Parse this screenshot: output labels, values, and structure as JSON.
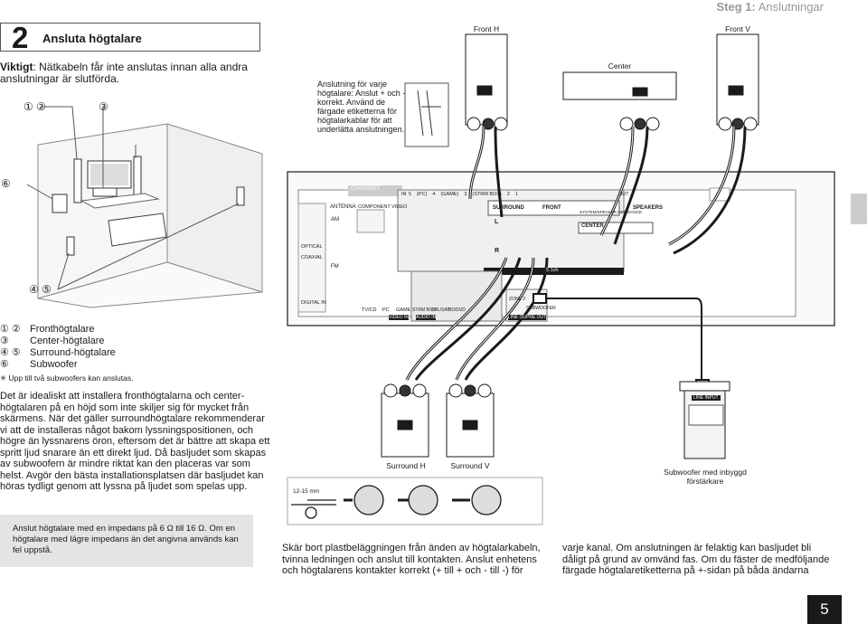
{
  "header": {
    "step_label": "Steg 1:",
    "step_title": "Anslutningar"
  },
  "section": {
    "number": "2",
    "title": "Ansluta högtalare"
  },
  "warning": {
    "bold": "Viktigt",
    "text": ": Nätkabeln får inte anslutas innan alla andra anslutningar är slutförda."
  },
  "room": {
    "label_12": "① ②",
    "label_3": "③",
    "label_6": "⑥",
    "label_45": "④ ⑤"
  },
  "tip": {
    "text": "Anslutning för varje högtalare: Anslut + och - korrekt. Använd de färgade etiketterna för högtalarkablar för att underlätta anslutningen."
  },
  "speakers_top": {
    "front_l": "Front H",
    "front_r": "Front V",
    "center": "Center"
  },
  "speakers_bottom": {
    "surround_l": "Surround H",
    "surround_r": "Surround V",
    "subwoofer": "Subwoofer med inbyggd förstärkare",
    "line_input": "LINE INPUT"
  },
  "cable_strip": {
    "length": "12-15 mm"
  },
  "receiver": {
    "ethernet": "ETHERNET",
    "antenna": "ANTENNA",
    "am": "AM",
    "fm": "FM",
    "component_video": "COMPONENT VIDEO",
    "optical": "OPTICAL",
    "coaxial": "COAXIAL",
    "digital_in": "DIGITAL IN",
    "surround": "SURROUND",
    "front": "FRONT",
    "center": "CENTER",
    "speakers": "SPEAKERS",
    "speaker_impedance": "SYSTEM/SPEAKER IMPEDANCE",
    "five_one": "5.1ch",
    "tv_cd": "TV/CD",
    "pc": "PC",
    "game": "GAME",
    "strm_box": "STRM BOX",
    "cbl_sat": "CBL/SAT",
    "bd_dvd": "BD/DVD",
    "zone2": "ZONE 2",
    "subwoofer": "SUBWOOFER",
    "line_out": "LINE OUT",
    "pre_out": "PRE OUT",
    "audio_in": "AUDIO IN",
    "video_in": "VIDEO IN",
    "hdmi_in": "IN",
    "hdmi_out": "OUT",
    "hdmi_labels": [
      "5",
      "(PC)",
      "4",
      "(GAME)",
      "3",
      "(STRM BOX)",
      "2",
      "1"
    ],
    "l": "L",
    "r": "R"
  },
  "legend": {
    "items": [
      {
        "num": "① ②",
        "label": "Fronthögtalare"
      },
      {
        "num": "③",
        "label": "Center-högtalare"
      },
      {
        "num": "④ ⑤",
        "label": "Surround-högtalare"
      },
      {
        "num": "⑥",
        "label": "Subwoofer"
      }
    ],
    "footnote": "✳ Upp till två subwoofers kan anslutas."
  },
  "body_text": "Det är idealiskt att installera fronthögtalarna och center-högtalaren på en höjd som inte skiljer sig för mycket från skärmens. När det gäller surroundhögtalare rekommenderar vi att de installeras något bakom lyssningspositionen, och högre än lyssnarens öron, eftersom det är bättre att skapa ett spritt ljud snarare än ett direkt ljud. Då basljudet som skapas av subwoofern är mindre riktat kan den placeras var som helst. Avgör den bästa installationsplatsen där basljudet kan höras tydligt genom att lyssna på ljudet som spelas upp.",
  "impedance_note": "Anslut högtalare med en impedans på 6 Ω till 16 Ω. Om en högtalare med lägre impedans än det angivna används kan fel uppstå.",
  "bottom_col2": "Skär bort plastbeläggningen från änden av högtalarkabeln, tvinna ledningen och anslut till kontakten. Anslut enhetens och högtalarens kontakter korrekt (+ till + och - till -) för",
  "bottom_col3": "varje kanal. Om anslutningen är felaktig kan basljudet bli dåligt på grund av omvänd fas. Om du fäster de medföljande färgade högtalaretiketterna på +-sidan på båda ändarna",
  "page_number": "5"
}
